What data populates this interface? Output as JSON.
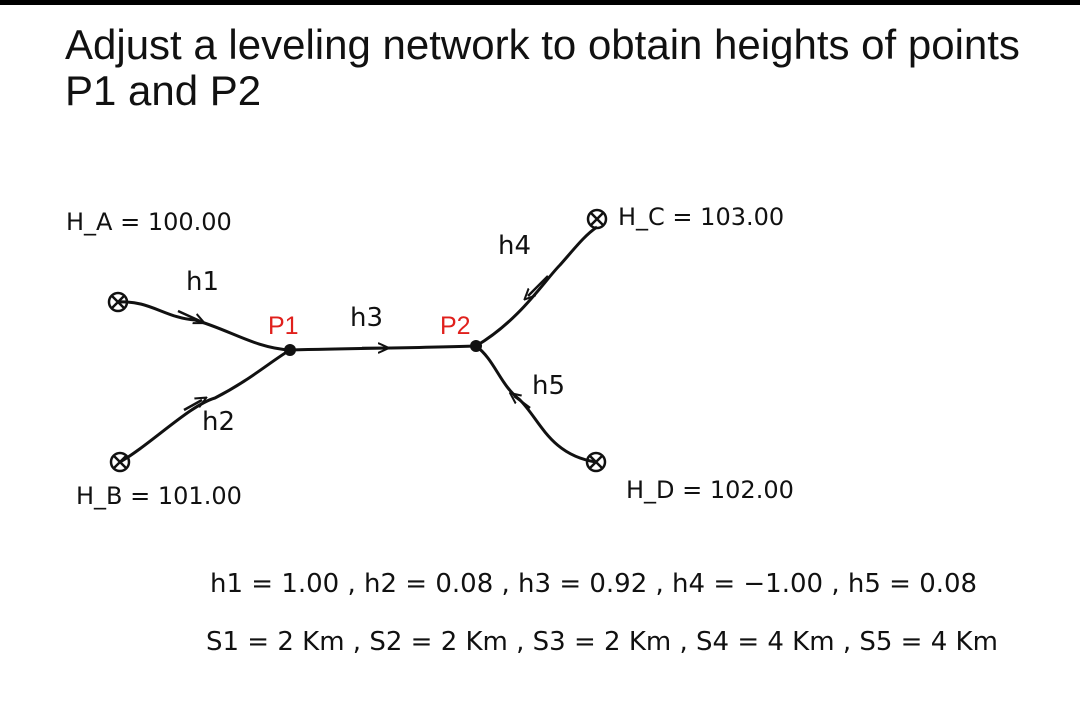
{
  "title": "Adjust a leveling network to obtain heights of points P1 and P2",
  "colors": {
    "ink": "#111111",
    "point_label": "#e0201c",
    "background": "#ffffff"
  },
  "benchmarks": {
    "A": {
      "label": "H_A = 100.00"
    },
    "B": {
      "label": "H_B = 101.00"
    },
    "C": {
      "label": "H_C = 103.00"
    },
    "D": {
      "label": "H_D = 102.00"
    }
  },
  "points": {
    "P1": "P1",
    "P2": "P2"
  },
  "observations": {
    "h1": "h1",
    "h2": "h2",
    "h3": "h3",
    "h4": "h4",
    "h5": "h5"
  },
  "heights_line": "h1 = 1.00 ,  h2 = 0.08 ,  h3 = 0.92 ,  h4 = −1.00 ,  h5 = 0.08",
  "distances_line": "S1 = 2 Km ,  S2 = 2 Km ,  S3 = 2 Km ,  S4 = 4 Km ,  S5 = 4 Km"
}
